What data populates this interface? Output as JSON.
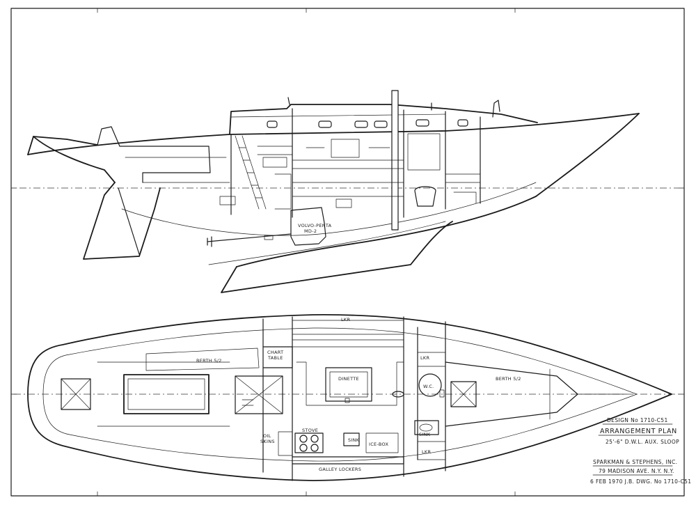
{
  "labels": {
    "engine_line1": "VOLVO-PENTA",
    "engine_line2": "MD-2",
    "lkr_fwd_of_saloon": "LKR",
    "berth_port": "BERTH 5/2",
    "chart_table_line1": "CHART",
    "chart_table_line2": "TABLE",
    "dinette": "DINETTE",
    "lkr_top": "LKR",
    "wc": "W.C.",
    "berth_fwd": "BERTH 5/2",
    "oil_skins_line1": "OIL",
    "oil_skins_line2": "SKINS",
    "stove": "STOVE",
    "sink_galley": "SINK",
    "ice_box": "ICE-BOX",
    "galley_lockers": "GALLEY LOCKERS",
    "sink_head": "SINK",
    "lkr_bottom": "LKR"
  },
  "title_block": {
    "design_no": "DESIGN No 1710-C51",
    "drawing_title": "ARRANGEMENT PLAN",
    "subtitle": "25'-6\" D.W.L. AUX. SLOOP",
    "firm": "SPARKMAN & STEPHENS, INC.",
    "address": "79 MADISON AVE. N.Y. N.Y.",
    "date_dwg": "6 FEB 1970   J.B.   DWG. No 1710-C51"
  },
  "colors": {
    "ink": "#1a1a1a",
    "paper": "#ffffff"
  }
}
